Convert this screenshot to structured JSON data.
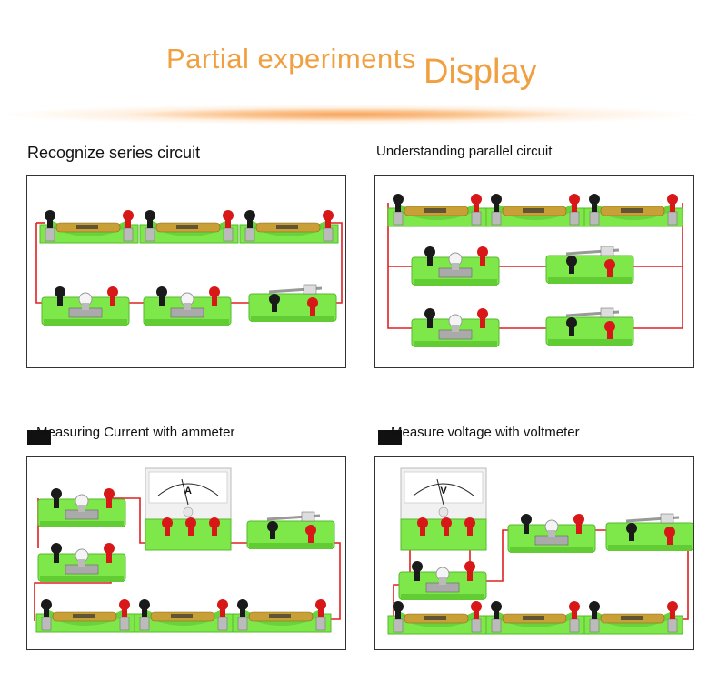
{
  "header": {
    "title_part1": "Partial experiments",
    "title_part2": "Display"
  },
  "sections": [
    {
      "caption": "Recognize series circuit"
    },
    {
      "caption": "Understanding parallel circuit"
    },
    {
      "caption": "Measuring Current with ammeter",
      "meter_letter": "A"
    },
    {
      "caption": "Measure voltage with voltmeter",
      "meter_letter": "V"
    }
  ],
  "icons": [
    "battery-holder",
    "bulb-module",
    "switch-module",
    "ammeter",
    "voltmeter",
    "red-wire"
  ],
  "colors": {
    "title": "#f0a040",
    "board": "#7ee84a",
    "wire": "#e02020",
    "terminal_red": "#d81818",
    "terminal_black": "#1a1a1a"
  }
}
